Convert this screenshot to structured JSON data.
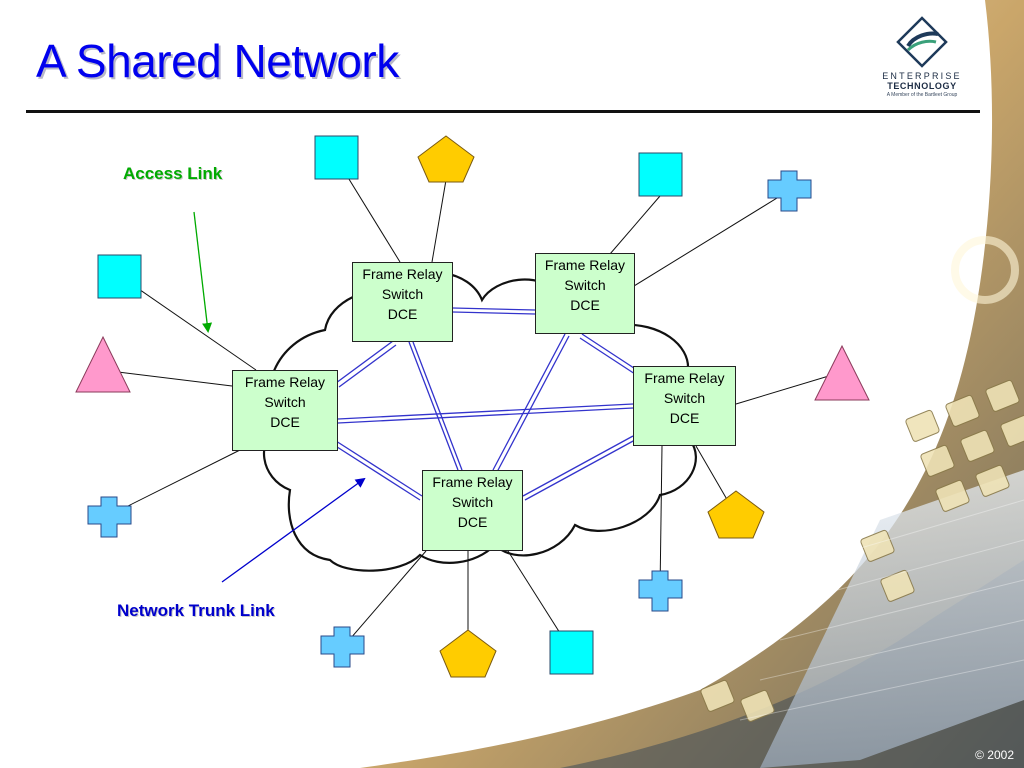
{
  "slide": {
    "title": "A Shared Network",
    "copyright": "© 2002"
  },
  "logo": {
    "line1": "ENTERPRISE",
    "line2": "TECHNOLOGY",
    "line3": "A Member of the Bartleet Group"
  },
  "switches": [
    {
      "line1": "Frame Relay",
      "line2": "Switch",
      "line3": "DCE"
    },
    {
      "line1": "Frame Relay",
      "line2": "Switch",
      "line3": "DCE"
    },
    {
      "line1": "Frame Relay",
      "line2": "Switch",
      "line3": "DCE"
    },
    {
      "line1": "Frame Relay",
      "line2": "Switch",
      "line3": "DCE"
    },
    {
      "line1": "Frame Relay",
      "line2": "Switch",
      "line3": "DCE"
    }
  ],
  "labels": {
    "access_link": "Access Link",
    "network_trunk_link": "Network Trunk Link"
  },
  "colors": {
    "title": "#0000ee",
    "switch_fill": "#ccffcc",
    "square": "#00ffff",
    "pentagon": "#ffcc00",
    "triangle": "#ff99cc",
    "cross": "#66ccff",
    "trunk_link": "#3333cc",
    "access_label": "#00aa00",
    "trunk_label": "#0000cc"
  }
}
